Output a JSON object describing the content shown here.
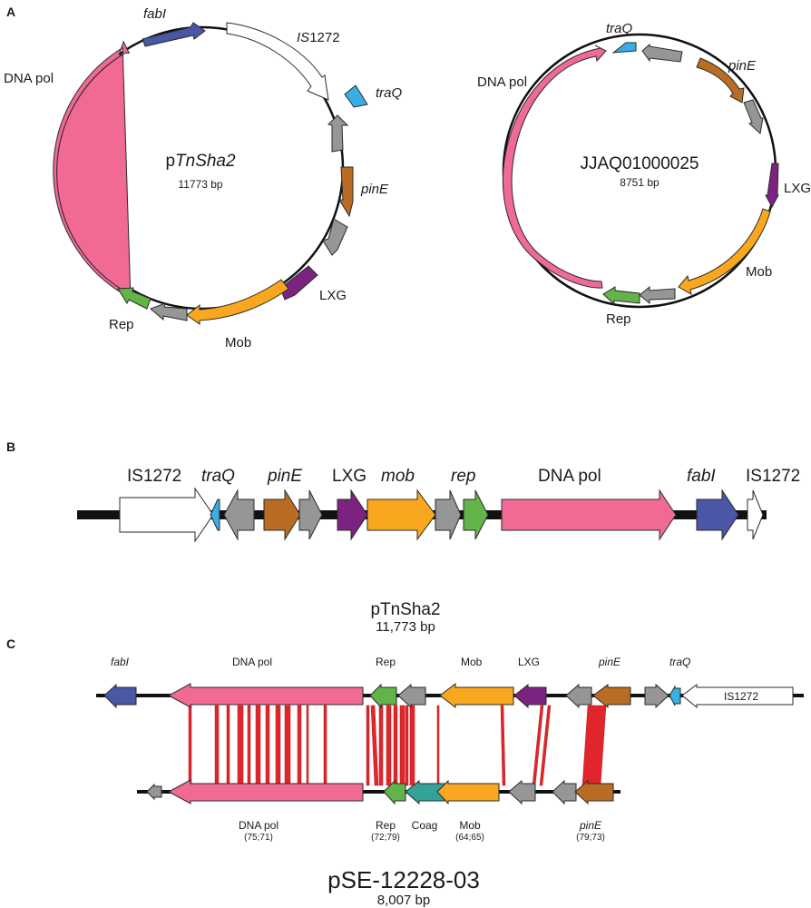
{
  "panels": {
    "a": "A",
    "b": "B",
    "c": "C"
  },
  "colors": {
    "pink": "#f06a94",
    "gray": "#969696",
    "orange": "#f9a71e",
    "purple": "#7c2281",
    "brown": "#b86c24",
    "green": "#63b448",
    "blue": "#4a56a6",
    "cyan": "#3aaee4",
    "white": "#ffffff",
    "teal": "#33a39a",
    "link": "#e0262b"
  },
  "plasmid1": {
    "name_prefix": "p",
    "name_italic": "TnSha2",
    "size": "11773 bp",
    "labels": {
      "fabI": "fabI",
      "is": "IS1272",
      "is_prefix": "IS",
      "is_num": "1272",
      "traQ": "traQ",
      "pinE": "pinE",
      "lxg": "LXG",
      "mob": "Mob",
      "rep": "Rep",
      "dnapol": "DNA pol"
    }
  },
  "plasmid2": {
    "name": "JJAQ01000025",
    "size": "8751 bp",
    "labels": {
      "traQ": "traQ",
      "pinE": "pinE",
      "lxg": "LXG",
      "mob": "Mob",
      "rep": "Rep",
      "dnapol": "DNA pol"
    }
  },
  "linear_b": {
    "labels": {
      "is_left": "IS1272",
      "traQ": "traQ",
      "pinE": "pinE",
      "lxg": "LXG",
      "mob": "mob",
      "rep": "rep",
      "dnapol": "DNA pol",
      "fabI": "fabI",
      "is_right": "IS1272"
    }
  },
  "comparison": {
    "top_name": "pTnSha2",
    "top_size": "11,773 bp",
    "bottom_name": "pSE-12228-03",
    "bottom_size": "8,007 bp",
    "top_labels": {
      "fabI": "fabI",
      "dnapol": "DNA pol",
      "rep": "Rep",
      "mob": "Mob",
      "lxg": "LXG",
      "pinE": "pinE",
      "traQ": "traQ",
      "is": "IS1272"
    },
    "bottom_labels": {
      "dnapol": "DNA pol",
      "dnapol_id": "(75;71)",
      "rep": "Rep",
      "rep_id": "(72;79)",
      "coag": "Coag",
      "mob": "Mob",
      "mob_id": "(64;65)",
      "pinE": "pinE",
      "pinE_id": "(79;73)"
    }
  }
}
